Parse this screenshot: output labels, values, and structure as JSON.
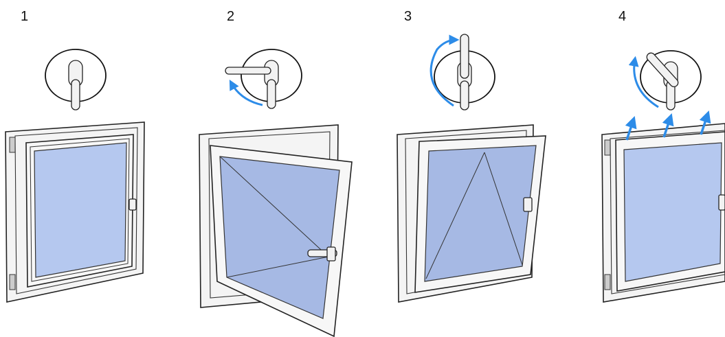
{
  "steps": [
    {
      "number": "1",
      "action": "closed"
    },
    {
      "number": "2",
      "action": "turn-open"
    },
    {
      "number": "3",
      "action": "tilt-open"
    },
    {
      "number": "4",
      "action": "lift-handle-tilt"
    }
  ],
  "colors": {
    "glass": "#b5c8ef",
    "glass_shade": "#a6b9e4",
    "arrow": "#2d8ce8",
    "line": "#222222",
    "frame": "#f4f4f4"
  },
  "icons": [
    "handle-dial-icon",
    "rotation-arrow-icon",
    "lift-arrow-icon",
    "window-icon"
  ]
}
